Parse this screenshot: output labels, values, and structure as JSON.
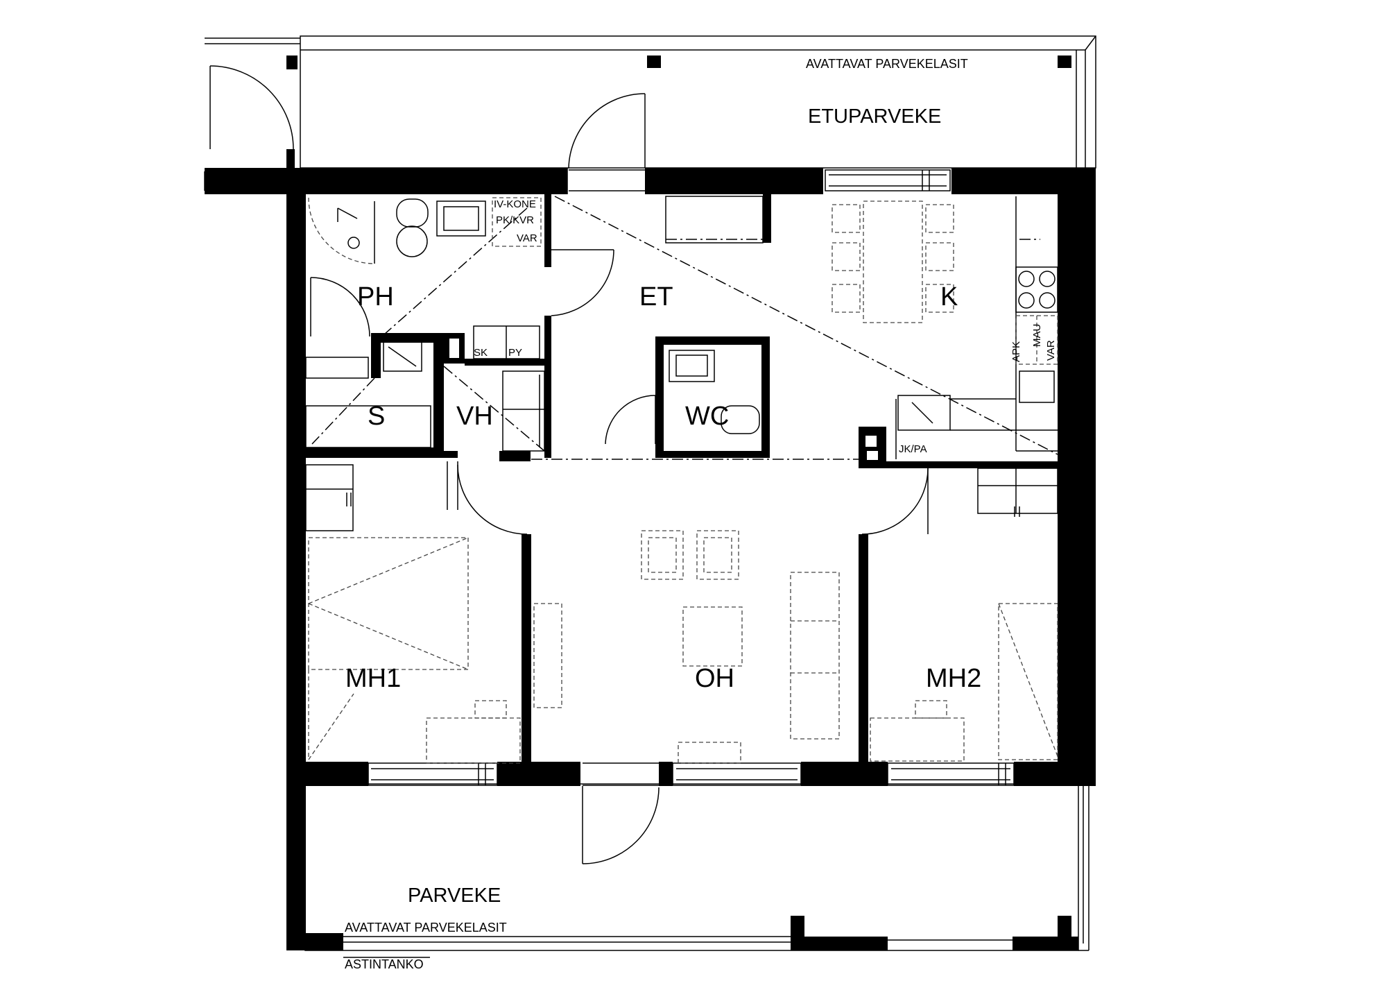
{
  "plan": {
    "rooms": {
      "ph": "PH",
      "et": "ET",
      "k": "K",
      "s": "S",
      "vh": "VH",
      "wc": "WC",
      "mh1": "MH1",
      "oh": "OH",
      "mh2": "MH2"
    },
    "balconies": {
      "front": "ETUPARVEKE",
      "rear": "PARVEKE"
    },
    "notes": {
      "glazing_top": "AVATTAVAT PARVEKELASIT",
      "glazing_bottom": "AVATTAVAT PARVEKELASIT",
      "step_bar": "ASTINTANKO",
      "iv_kone": "IV-KONE",
      "pkvar": "PK/KVR",
      "var": "VAR",
      "sk": "SK",
      "py": "PY",
      "jkpa": "JK/PA",
      "apk": "APK",
      "mau": "MAU",
      "var2": "VAR"
    }
  }
}
